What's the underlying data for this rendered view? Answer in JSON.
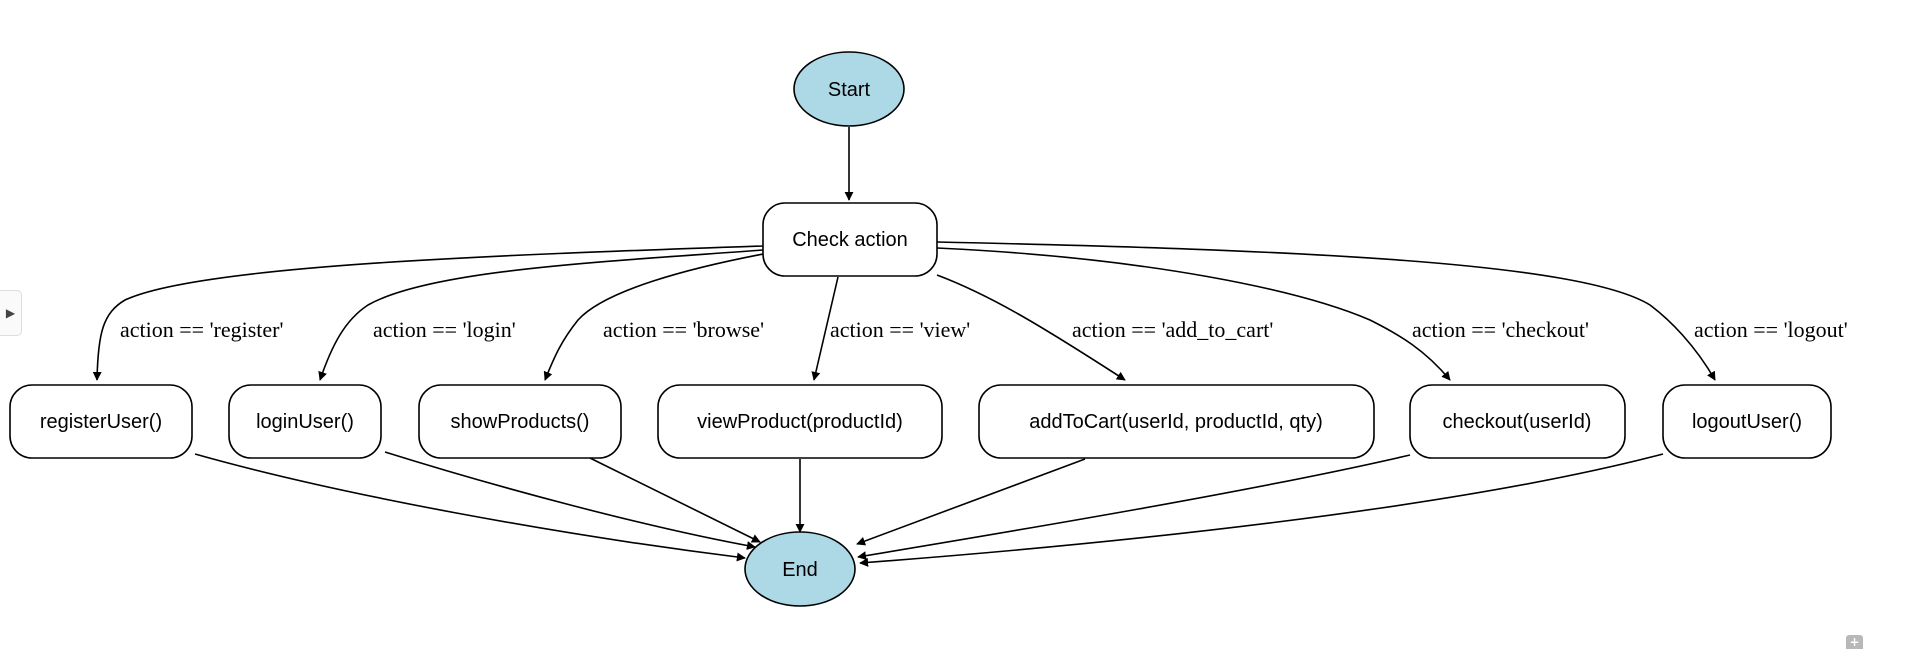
{
  "diagram": {
    "nodes": {
      "start": "Start",
      "check": "Check action",
      "register": "registerUser()",
      "login": "loginUser()",
      "show": "showProducts()",
      "view": "viewProduct(productId)",
      "cart": "addToCart(userId, productId, qty)",
      "checkout": "checkout(userId)",
      "logout": "logoutUser()",
      "end": "End"
    },
    "edge_labels": {
      "register": "action == 'register'",
      "login": "action == 'login'",
      "browse": "action == 'browse'",
      "view": "action == 'view'",
      "cart": "action == 'add_to_cart'",
      "checkout": "action == 'checkout'",
      "logout": "action == 'logout'"
    }
  },
  "colors": {
    "terminal_fill": "#add8e6",
    "box_fill": "#ffffff",
    "stroke": "#000000"
  },
  "controls": {
    "side_toggle_icon": "▶",
    "zoom_icon": "+"
  }
}
